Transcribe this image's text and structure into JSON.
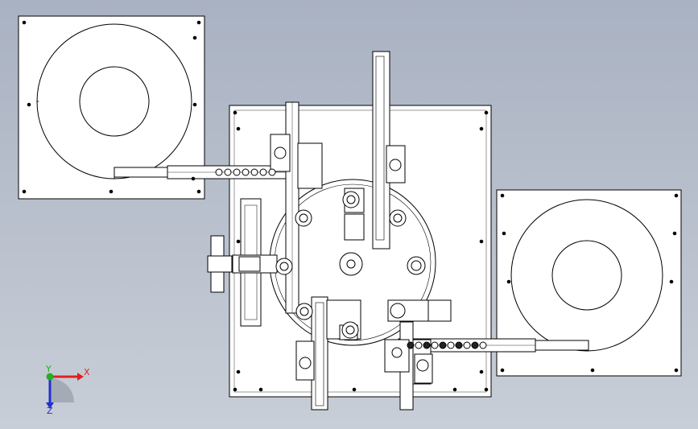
{
  "view": {
    "background_top": "#a9b2c2",
    "background_bottom": "#c8ced7",
    "line_color": "#000000",
    "part_fill": "#ffffff"
  },
  "triad": {
    "x_label": "X",
    "y_label": "Y",
    "z_label": "Z",
    "x_color": "#e02020",
    "y_color": "#22b022",
    "z_color": "#2030d0"
  }
}
